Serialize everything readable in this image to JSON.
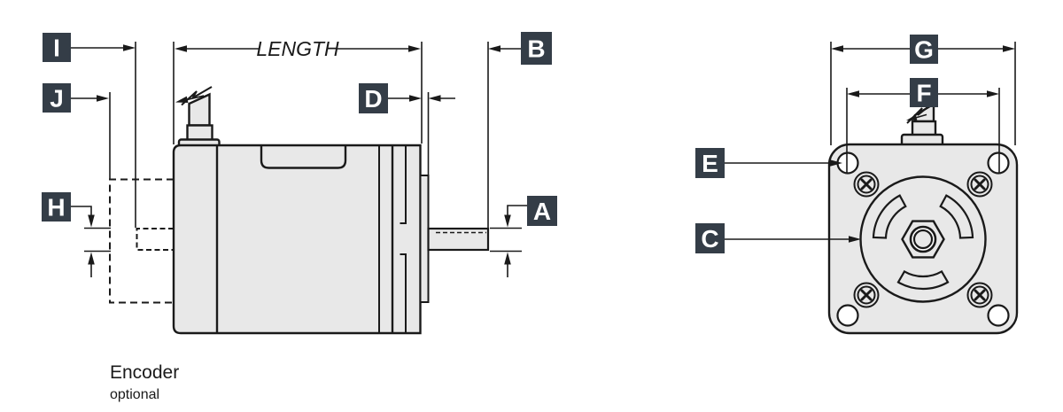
{
  "drawing": {
    "length_label": "LENGTH",
    "encoder_label": "Encoder",
    "encoder_sublabel": "optional",
    "callout_letters": {
      "A": "A",
      "B": "B",
      "C": "C",
      "D": "D",
      "E": "E",
      "F": "F",
      "G": "G",
      "H": "H",
      "I": "I",
      "J": "J"
    }
  },
  "colors": {
    "background": "#ffffff",
    "line": "#1a1a1a",
    "part_fill": "#e8e8e8",
    "callout_box": "#343d47",
    "callout_text": "#ffffff"
  }
}
